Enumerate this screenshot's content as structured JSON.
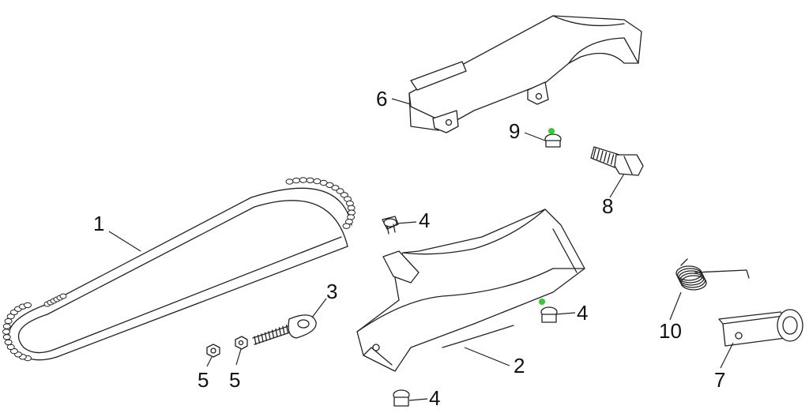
{
  "callouts": {
    "c1": "1",
    "c2": "2",
    "c3": "3",
    "c4a": "4",
    "c4b": "4",
    "c4c": "4",
    "c5a": "5",
    "c5b": "5",
    "c6": "6",
    "c7": "7",
    "c8": "8",
    "c9": "9",
    "c10": "10"
  },
  "colors": {
    "line": "#222222",
    "marker": "#33cc33",
    "background": "#ffffff"
  }
}
